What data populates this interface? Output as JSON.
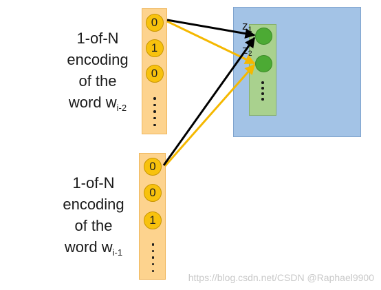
{
  "word_prev2": {
    "lines": [
      "1-of-N",
      "encoding",
      "of the",
      "word w"
    ],
    "subscript": "i-2",
    "bits": [
      "0",
      "1",
      "0"
    ]
  },
  "word_prev1": {
    "lines": [
      "1-of-N",
      "encoding",
      "of the",
      "word w"
    ],
    "subscript": "i-1",
    "bits": [
      "0",
      "0",
      "1"
    ]
  },
  "neurons": {
    "z1": {
      "base": "z",
      "sub": "1"
    },
    "z2": {
      "base": "z",
      "sub": "2"
    }
  },
  "colors": {
    "column_fill": "#fdd38e",
    "bit_fill": "#f8c20d",
    "layer_fill": "#a3c3e6",
    "inner_fill": "#a9d18e",
    "neuron_fill": "#4caa34",
    "arrow_black": "#000000",
    "arrow_yellow": "#f5b800"
  },
  "watermark": "https://blog.csdn.net/CSDN @Raphael9900"
}
